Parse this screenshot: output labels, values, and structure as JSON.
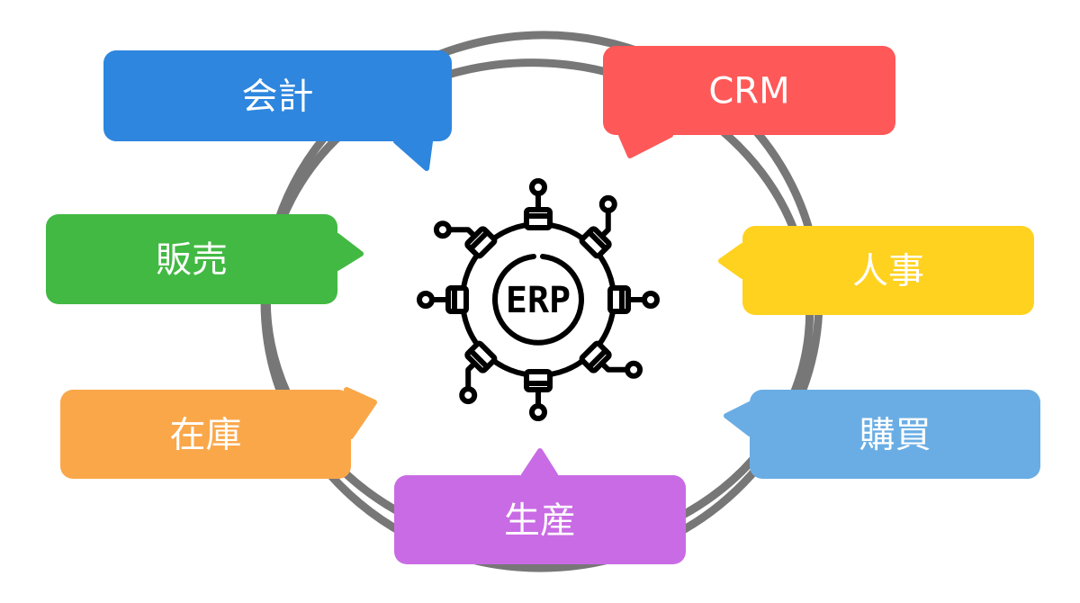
{
  "title": "ERP",
  "center": {
    "label": "ERP",
    "icon": "erp-gear-circuit-icon"
  },
  "ring_color": "#777777",
  "modules": [
    {
      "id": "accounting",
      "label": "会計",
      "color": "#2E86DE",
      "position": "top-left"
    },
    {
      "id": "crm",
      "label": "CRM",
      "color": "#FF5858",
      "position": "top-right"
    },
    {
      "id": "sales",
      "label": "販売",
      "color": "#42B943",
      "position": "middle-left"
    },
    {
      "id": "hr",
      "label": "人事",
      "color": "#FFD220",
      "position": "middle-right"
    },
    {
      "id": "inventory",
      "label": "在庫",
      "color": "#FAA74A",
      "position": "bottom-left"
    },
    {
      "id": "purchasing",
      "label": "購買",
      "color": "#6AADE4",
      "position": "bottom-right"
    },
    {
      "id": "production",
      "label": "生産",
      "color": "#C96BE4",
      "position": "bottom-center"
    }
  ]
}
